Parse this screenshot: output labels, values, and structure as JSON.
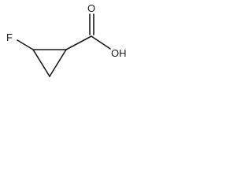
{
  "molecule": {
    "atoms": {
      "fluorine": "F",
      "carbonyl_oxygen": "O",
      "hydroxyl": "OH"
    },
    "bond_color": "#1a1a1a"
  }
}
